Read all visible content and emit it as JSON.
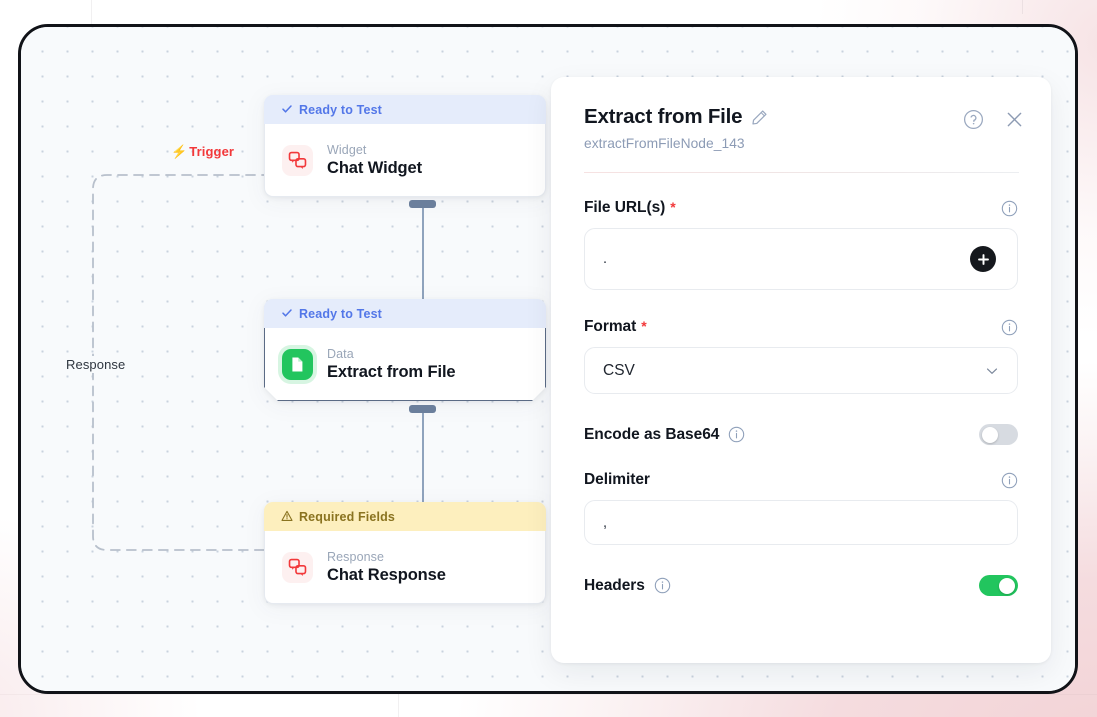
{
  "canvas": {
    "trigger_label": "Trigger",
    "trigger_icon": "lightning-bolt-icon",
    "response_label": "Response"
  },
  "nodes": [
    {
      "status": "Ready to Test",
      "status_type": "ready",
      "status_icon": "check-icon",
      "kind": "Widget",
      "title": "Chat Widget",
      "icon": "chat-bubbles-icon",
      "selected": false
    },
    {
      "status": "Ready to Test",
      "status_type": "ready",
      "status_icon": "check-icon",
      "kind": "Data",
      "title": "Extract from File",
      "icon": "document-icon",
      "selected": true
    },
    {
      "status": "Required Fields",
      "status_type": "required",
      "status_icon": "warning-triangle-icon",
      "kind": "Response",
      "title": "Chat Response",
      "icon": "chat-bubbles-icon",
      "selected": false
    }
  ],
  "panel": {
    "title": "Extract from File",
    "edit_icon": "pencil-icon",
    "node_id": "extractFromFileNode_143",
    "help_icon": "question-circle-icon",
    "close_icon": "close-icon",
    "fields": {
      "file_urls": {
        "label": "File URL(s)",
        "required": true,
        "required_marker": "*",
        "info_icon": "info-circle-icon",
        "value": ".",
        "add_button_icon": "plus-icon"
      },
      "format": {
        "label": "Format",
        "required": true,
        "required_marker": "*",
        "info_icon": "info-circle-icon",
        "value": "CSV",
        "chevron_icon": "chevron-down-icon"
      },
      "encode_base64": {
        "label": "Encode as Base64",
        "info_icon": "info-circle-icon",
        "state": "off"
      },
      "delimiter": {
        "label": "Delimiter",
        "info_icon": "info-circle-icon",
        "value": ","
      },
      "headers": {
        "label": "Headers",
        "info_icon": "info-circle-icon",
        "state": "on"
      }
    }
  },
  "colors": {
    "accent_red": "#f2383a",
    "accent_green": "#22c55e",
    "ready_blue": "#5377e8",
    "required_amber": "#8a7320",
    "frame_dark": "#111318",
    "page_pink": "#f2d3d6"
  }
}
